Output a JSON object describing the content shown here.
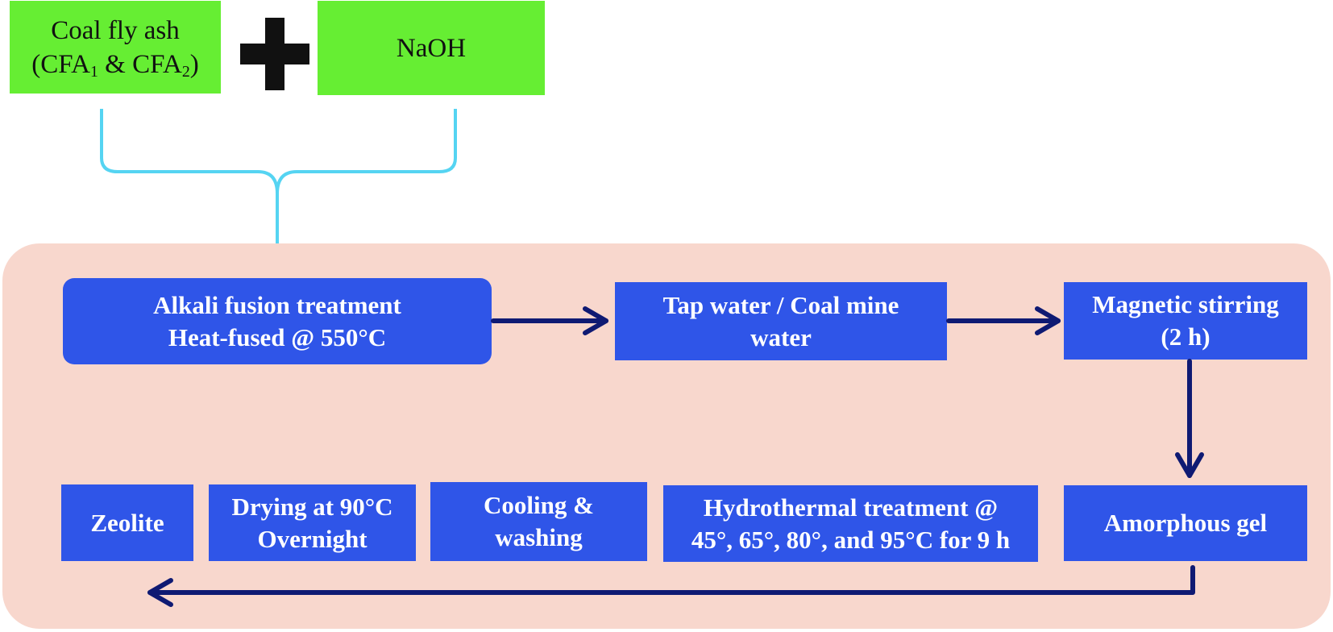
{
  "inputs": {
    "coal_fly_ash": {
      "line1": "Coal fly ash",
      "open_paren": "(CFA",
      "sub1": "1",
      "amp": " & CFA",
      "sub2": "2",
      "close_paren": ")"
    },
    "plus_symbol": "+",
    "naoh": "NaOH"
  },
  "steps": {
    "alkali_fusion": {
      "line1": "Alkali fusion treatment",
      "line2": "Heat-fused @ 550°C"
    },
    "tap_water": {
      "line1": "Tap water / Coal mine",
      "line2": "water"
    },
    "magnetic_stirring": {
      "line1": "Magnetic stirring",
      "line2": "(2 h)"
    },
    "amorphous_gel": {
      "line1": "Amorphous gel"
    },
    "hydrothermal": {
      "line1": "Hydrothermal treatment @",
      "line2": "45°, 65°, 80°, and 95°C for 9 h"
    },
    "cooling_washing": {
      "line1": "Cooling &",
      "line2": "washing"
    },
    "drying": {
      "line1": "Drying at 90°C",
      "line2": "Overnight"
    },
    "zeolite": {
      "line1": "Zeolite"
    }
  },
  "colors": {
    "input_box": "#66ee33",
    "panel": "#f8d7cd",
    "step_box": "#2f55e8",
    "arrow": "#0f1a73",
    "brace": "#55d4f2",
    "plus": "#111111"
  }
}
